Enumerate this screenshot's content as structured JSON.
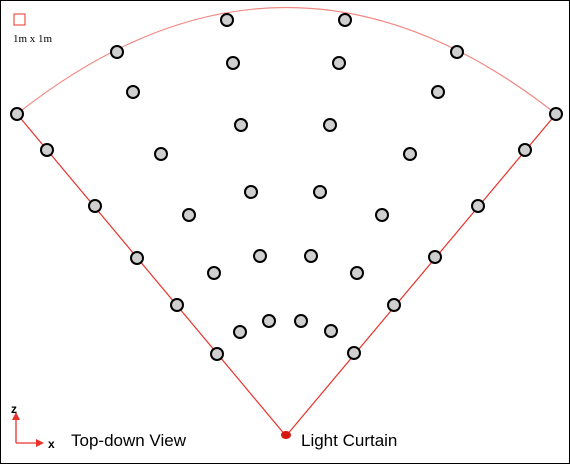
{
  "labels": {
    "scale": "1m x 1m",
    "view": "Top-down View",
    "source": "Light Curtain",
    "axis_z": "z",
    "axis_x": "x"
  },
  "colors": {
    "outline": "#e8322a",
    "arc": "#f08a84",
    "marker_fill": "#cfcfcf",
    "marker_stroke": "#000000",
    "source": "#d41a10",
    "axis": "#e8322a"
  },
  "icons": {
    "scale_square": "square-outline-icon",
    "source_dot": "filled-circle-icon",
    "axes": "xz-axis-arrows-icon"
  }
}
